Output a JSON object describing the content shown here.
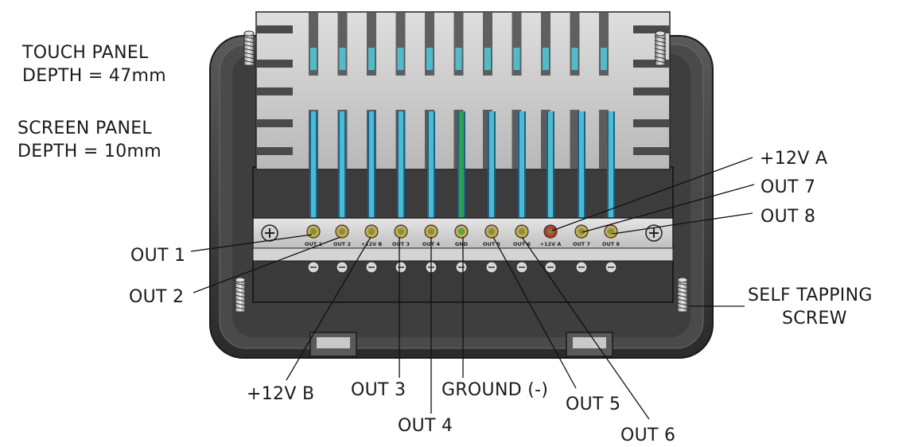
{
  "depth_notes": {
    "touch_line1": "TOUCH PANEL",
    "touch_line2": "DEPTH = 47mm",
    "screen_line1": "SCREEN PANEL",
    "screen_line2": "DEPTH = 10mm"
  },
  "terminal_labels": [
    "OUT 1",
    "OUT 2",
    "+12V B",
    "OUT 3",
    "OUT 4",
    "GND",
    "OUT 5",
    "OUT 6",
    "+12V A",
    "OUT 7",
    "OUT 8"
  ],
  "callouts": [
    {
      "key": "out1",
      "text": "OUT 1"
    },
    {
      "key": "out2",
      "text": "OUT 2"
    },
    {
      "key": "v12b",
      "text": "+12V B"
    },
    {
      "key": "out3",
      "text": "OUT 3"
    },
    {
      "key": "out4",
      "text": "OUT 4"
    },
    {
      "key": "ground",
      "text": "GROUND (-)"
    },
    {
      "key": "out5",
      "text": "OUT 5"
    },
    {
      "key": "out6",
      "text": "OUT 6"
    },
    {
      "key": "v12a",
      "text": "+12V A"
    },
    {
      "key": "out7",
      "text": "OUT 7"
    },
    {
      "key": "out8",
      "text": "OUT 8"
    }
  ],
  "screw_note": {
    "line1": "SELF TAPPING",
    "line2": "SCREW"
  },
  "colors": {
    "heatsink": "#cdcdcd",
    "heatsink_dark": "#4a4a4a",
    "wire_cyan": "#4fc6d6",
    "wire_blue": "#1f5f8b",
    "wire_green": "#2ea84a",
    "brass": "#c8a850",
    "red_terminal": "#b83a2a",
    "bezel": "#3a3a3a"
  }
}
